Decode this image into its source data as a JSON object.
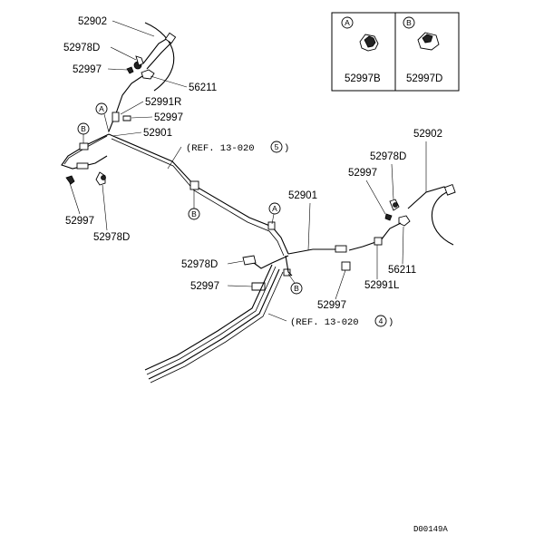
{
  "parts": {
    "hose_upper": "52902",
    "bolt_upper_left": "52978D",
    "clip_upper_left": "52997",
    "gasket_upper": "56211",
    "tube_right": "52991R",
    "clip_right_a": "52997",
    "main_tube_upper": "52901",
    "clip_lower_left": "52997",
    "bolt_lower_left": "52978D",
    "hose_right": "52902",
    "bolt_right": "52978D",
    "clip_right_b": "52997",
    "main_tube_lower": "52901",
    "bolt_center": "52978D",
    "clip_center": "52997",
    "gasket_right": "56211",
    "tube_left": "52991L",
    "clip_bottom": "52997"
  },
  "refs": {
    "ref_upper_prefix": "(REF. 13-020",
    "ref_upper_num": "5",
    "ref_upper_suffix": ")",
    "ref_lower_prefix": "(REF. 13-020",
    "ref_lower_num": "4",
    "ref_lower_suffix": ")"
  },
  "callouts": {
    "a": "A",
    "b": "B"
  },
  "legend": {
    "a_letter": "A",
    "a_part": "52997B",
    "b_letter": "B",
    "b_part": "52997D"
  },
  "diagram_code": "D00149A"
}
